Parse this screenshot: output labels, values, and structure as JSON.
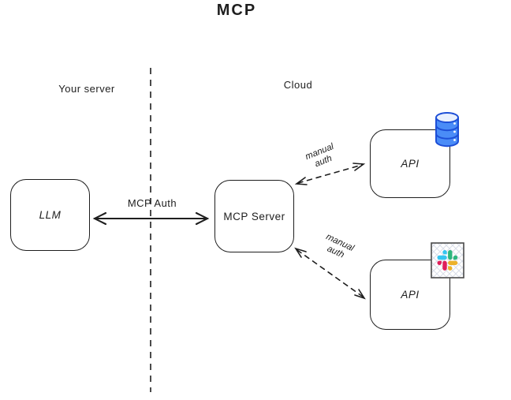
{
  "title": "MCP",
  "zones": {
    "left": "Your server",
    "right": "Cloud"
  },
  "nodes": {
    "llm": "LLM",
    "mcp_server": "MCP Server",
    "api_top": "API",
    "api_bottom": "API"
  },
  "edges": {
    "mcp_auth": "MCP Auth",
    "manual_auth_top": {
      "line1": "manual",
      "line2": "auth"
    },
    "manual_auth_bottom": {
      "line1": "manual",
      "line2": "auth"
    }
  },
  "icons": {
    "api_top_icon": "database-icon",
    "api_bottom_icon": "slack-icon"
  },
  "colors": {
    "stroke": "#1e1e1e",
    "background": "#ffffff",
    "database_fill": "#4a8cf7",
    "database_top_fill": "#e8f0fe",
    "database_stroke": "#1d4fd7",
    "slack_blue": "#36C5F0",
    "slack_green": "#2EB67D",
    "slack_red": "#E01E5A",
    "slack_yellow": "#ECB22C",
    "hatch": "#d9dee8"
  }
}
